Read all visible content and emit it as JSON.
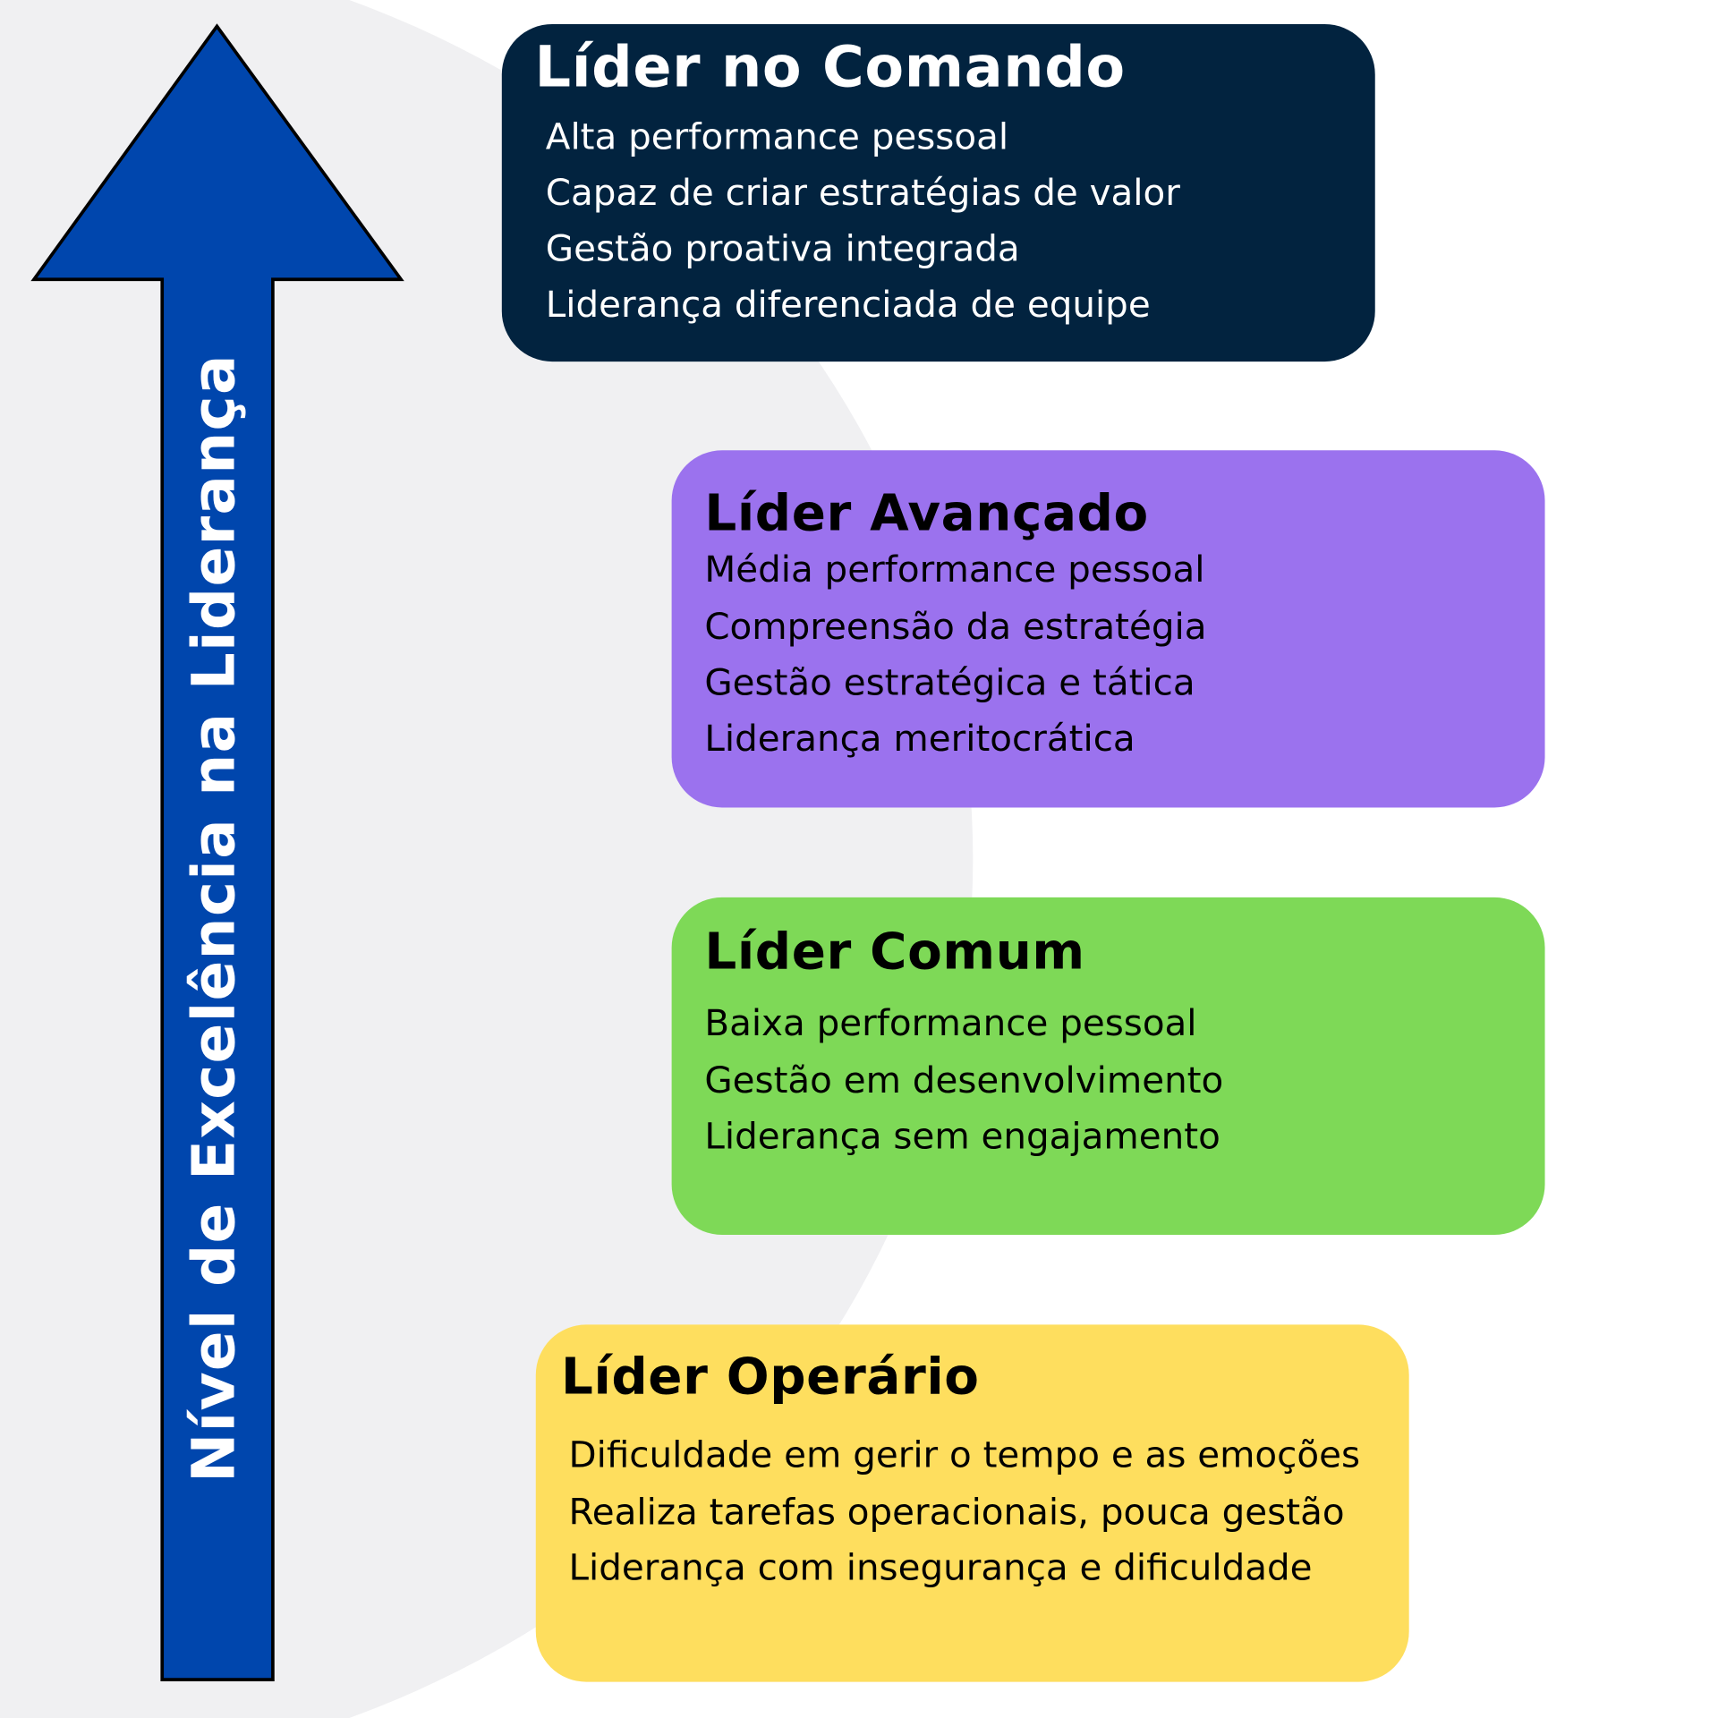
{
  "axis_label": "Nível de Excelência na Liderança",
  "colors": {
    "arrow": "#0046AD",
    "background_shape": "#F0F0F2"
  },
  "levels": [
    {
      "title": "Líder no Comando",
      "color": "#02233F",
      "text_color": "#FFFFFF",
      "items": [
        "Alta performance pessoal",
        "Capaz de criar estratégias de valor",
        "Gestão proativa integrada",
        "Liderança diferenciada de equipe"
      ]
    },
    {
      "title": "Líder Avançado",
      "color": "#9B72EE",
      "text_color": "#000000",
      "items": [
        "Média performance pessoal",
        "Compreensão da estratégia",
        "Gestão estratégica e tática",
        "Liderança meritocrática"
      ]
    },
    {
      "title": "Líder Comum",
      "color": "#7ED957",
      "text_color": "#000000",
      "items": [
        "Baixa performance pessoal",
        "Gestão em desenvolvimento",
        "Liderança sem engajamento"
      ]
    },
    {
      "title": "Líder Operário",
      "color": "#FEDE5E",
      "text_color": "#000000",
      "items": [
        "Dificuldade em gerir o tempo e as emoções",
        "Realiza tarefas operacionais, pouca gestão",
        "Liderança com insegurança e dificuldade"
      ]
    }
  ]
}
